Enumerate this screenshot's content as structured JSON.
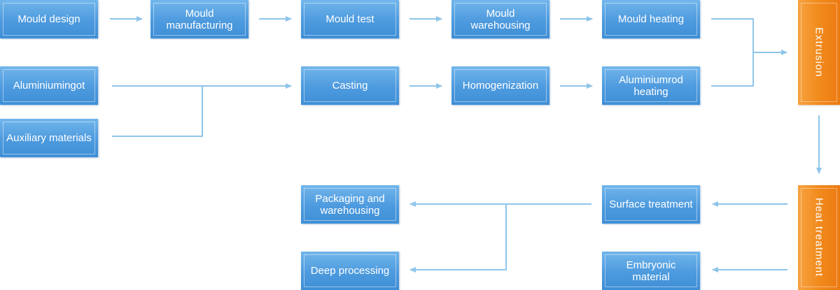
{
  "colors": {
    "box_blue": "#4d9ade",
    "box_orange": "#f18a1c",
    "connector": "#8ec5ea"
  },
  "boxes": {
    "mould_design": "Mould design",
    "mould_manufacturing": "Mould manufacturing",
    "mould_test": "Mould test",
    "mould_warehousing": "Mould warehousing",
    "mould_heating": "Mould heating",
    "aluminium_ingot": "Aluminiumingot",
    "auxiliary_materials": "Auxiliary materials",
    "casting": "Casting",
    "homogenization": "Homogenization",
    "aluminium_rod_heating": "Aluminiumrod heating",
    "surface_treatment": "Surface treatment",
    "embryonic_material": "Embryonic material",
    "packaging_warehousing": "Packaging and warehousing",
    "deep_processing": "Deep processing"
  },
  "stages": {
    "extrusion": "Extrusion",
    "heat_treatment": "Heat treatment"
  }
}
